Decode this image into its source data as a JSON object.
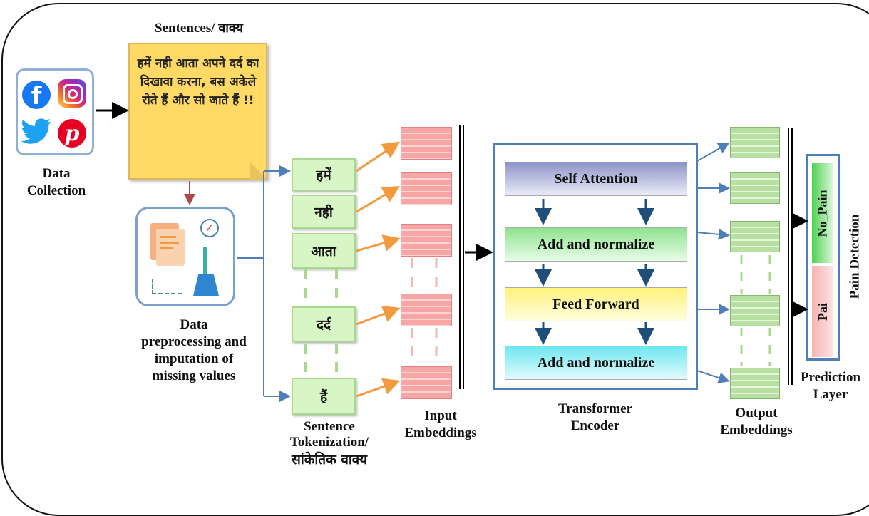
{
  "sentences_label": "Sentences/",
  "sentences_label_hindi": "वाक्य",
  "sample_sentence": "हमें नही आता अपने दर्द का दिखावा करना, बस अकेले रोते हैं और सो जाते हैं !!",
  "data_collection_label": "Data Collection",
  "preprocessing_label": "Data preprocessing and imputation of missing values",
  "tokens": [
    "हमें",
    "नही",
    "आता",
    "दर्द",
    "हैं"
  ],
  "tokenization_label": "Sentence Tokenization/",
  "tokenization_label_hindi": "सांकेतिक वाक्य",
  "input_embeddings_label": "Input Embeddings",
  "encoder": {
    "label": "Transformer Encoder",
    "layers": [
      "Self Attention",
      "Add and normalize",
      "Feed Forward",
      "Add and normalize"
    ]
  },
  "output_embeddings_label": "Output Embeddings",
  "prediction": {
    "classes": [
      "No_Pain",
      "Pai"
    ],
    "title": "Pain Detection",
    "layer_label": "Prediction Layer"
  },
  "colors": {
    "facebook": "#1877f2",
    "twitter": "#1da1f2",
    "pinterest": "#e60023",
    "note": "#ffd966",
    "token": "#d8f5c5",
    "input_embedding": "#f7a5a5",
    "output_embedding": "#b9e0a3",
    "arrow_orange": "#f39a3d",
    "arrow_blue": "#4f7fb8",
    "arrow_dark": "#1f4e79"
  }
}
